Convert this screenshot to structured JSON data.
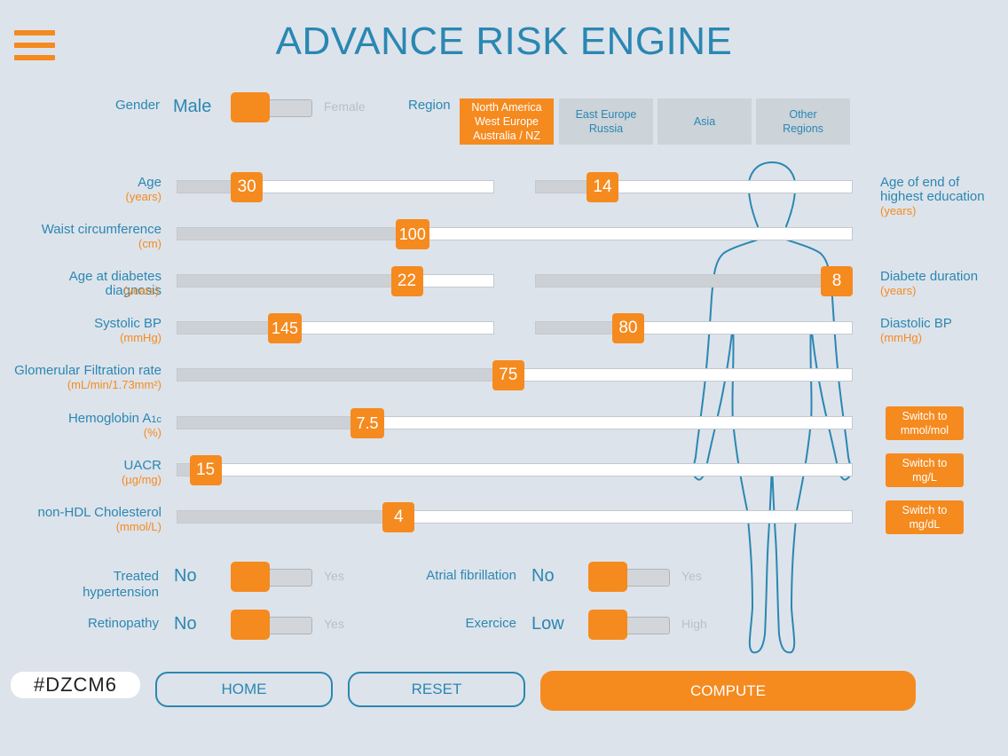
{
  "title": "ADVANCE RISK ENGINE",
  "icons": {
    "menu": "hamburger-menu-icon",
    "body": "human-body-outline"
  },
  "colors": {
    "accent": "#f58a1f",
    "primary": "#2a87b3",
    "background": "#dde3ea"
  },
  "gender": {
    "label": "Gender",
    "value": "Male",
    "alt": "Female",
    "on_second": false
  },
  "region": {
    "label": "Region",
    "options": [
      {
        "label": "North America\nWest Europe\nAustralia / NZ",
        "active": true
      },
      {
        "label": "East Europe\nRussia",
        "active": false
      },
      {
        "label": "Asia",
        "active": false
      },
      {
        "label": "Other\nRegions",
        "active": false
      }
    ]
  },
  "sliders": {
    "age": {
      "label": "Age",
      "unit": "(years)",
      "value": "30",
      "fraction": 0.19
    },
    "education": {
      "label": "Age of end of\nhighest education",
      "unit": "(years)",
      "value": "14",
      "fraction": 0.18
    },
    "waist": {
      "label": "Waist circumference",
      "unit": "(cm)",
      "value": "100",
      "fraction": 0.34
    },
    "diag_age": {
      "label": "Age at diabetes\ndiagnosis",
      "unit": "(years)",
      "value": "22",
      "fraction": 0.75
    },
    "duration": {
      "label": "Diabete duration",
      "unit": "(years)",
      "value": "8",
      "fraction": 1.0
    },
    "sbp": {
      "label": "Systolic BP",
      "unit": "(mmHg)",
      "value": "145",
      "fraction": 0.32
    },
    "dbp": {
      "label": "Diastolic BP",
      "unit": "(mmHg)",
      "value": "80",
      "fraction": 0.27
    },
    "gfr": {
      "label": "Glomerular Filtration rate",
      "unit": "(mL/min/1.73mm²)",
      "value": "75",
      "fraction": 0.49
    },
    "hba1c": {
      "label": "Hemoglobin A1c",
      "unit": "(%)",
      "value": "7.5",
      "fraction": 0.27
    },
    "uacr": {
      "label": "UACR",
      "unit": "(µg/mg)",
      "value": "15",
      "fraction": 0.02
    },
    "nonhdl": {
      "label": "non-HDL Cholesterol",
      "unit": "(mmol/L)",
      "value": "4",
      "fraction": 0.32
    }
  },
  "switches": {
    "hba1c": "Switch to\nmmol/mol",
    "uacr": "Switch to\nmg/L",
    "nonhdl": "Switch to\nmg/dL"
  },
  "toggles": {
    "hypertension": {
      "label": "Treated\nhypertension",
      "value": "No",
      "alt": "Yes",
      "on_second": false
    },
    "afib": {
      "label": "Atrial fibrillation",
      "value": "No",
      "alt": "Yes",
      "on_second": false
    },
    "retinopathy": {
      "label": "Retinopathy",
      "value": "No",
      "alt": "Yes",
      "on_second": false
    },
    "exercise": {
      "label": "Exercice",
      "value": "Low",
      "alt": "High",
      "on_second": false
    }
  },
  "footer": {
    "code": "#DZCM6",
    "home": "HOME",
    "reset": "RESET",
    "compute": "COMPUTE"
  }
}
